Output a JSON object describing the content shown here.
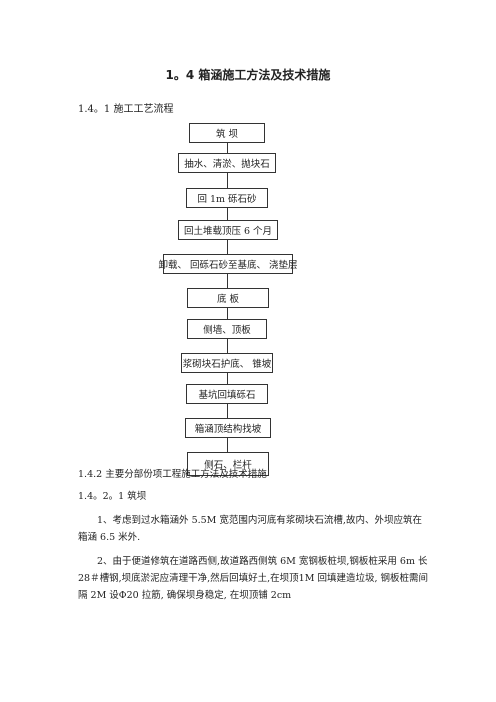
{
  "doc": {
    "title": "1。4 箱涵施工方法及技术措施",
    "section_1": "1.4。1 施工工艺流程",
    "flow_steps": [
      "筑  坝",
      "抽水、清淤、抛块石",
      "回 1m 砾石砂",
      "回土堆载顶压 6 个月",
      "卸载、 回砾石砂至基底、 浇垫层",
      "底  板",
      "侧墙、顶板",
      "浆砌块石护底、 锥坡",
      "基坑回填砾石",
      "箱涵顶结构找坡",
      "侧石、栏杆"
    ],
    "section_2": "1.4.2 主要分部份项工程施工方法及技术措施",
    "section_2_1": "1.4。2。1 筑坝",
    "paragraph_1": "1、考虑到过水箱涵外 5.5M 宽范围内河底有浆砌块石流槽,故内、外坝应筑在箱涵 6.5 米外.",
    "paragraph_2": "2、由于便道修筑在道路西侧,故道路西侧筑 6M 宽钢板桩坝,钢板桩采用 6m 长 28＃槽钢,坝底淤泥应清理干净,然后回填好土,在坝顶1M 回填建造垃圾, 钢板桩需间隔 2M 设Φ20 拉筋, 确保坝身稳定, 在坝顶铺 2cm"
  }
}
